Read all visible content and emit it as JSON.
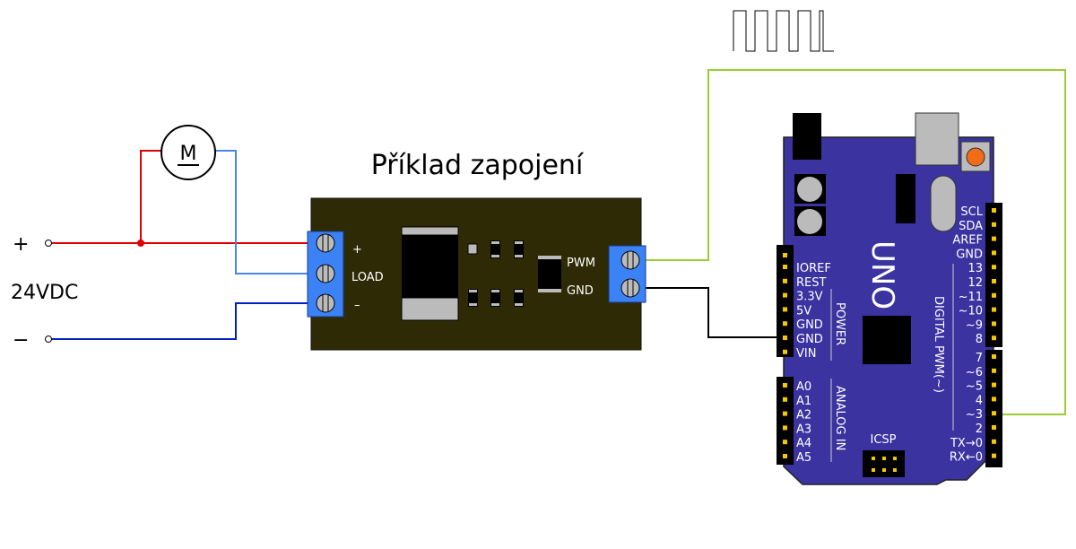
{
  "title": "Příklad zapojení",
  "supply": {
    "plus": "+",
    "minus": "−",
    "voltage": "24VDC"
  },
  "motor": {
    "label": "M"
  },
  "module": {
    "load_plus": "+",
    "load_label": "LOAD",
    "load_minus": "–",
    "pwm_label": "PWM",
    "gnd_label": "GND"
  },
  "arduino": {
    "model": "UNO",
    "digital_label": "DIGITAL PWM(~)",
    "power_label": "POWER",
    "analog_label": "ANALOG IN",
    "icsp_label": "ICSP",
    "right_pins": [
      "SCL",
      "SDA",
      "AREF",
      "GND",
      "13",
      "12",
      "~11",
      "~10",
      "~9",
      "8",
      "7",
      "~6",
      "~5",
      "4",
      "~3",
      "2",
      "TX→0",
      "RX←0"
    ],
    "power_pins": [
      "IOREF",
      "REST",
      "3.3V",
      "5V",
      "GND",
      "GND",
      "VIN"
    ],
    "analog_pins": [
      "A0",
      "A1",
      "A2",
      "A3",
      "A4",
      "A5"
    ]
  },
  "colors": {
    "positive_wire": "#e00000",
    "load_wire": "#4a86e8",
    "negative_wire": "#0020c0",
    "pwm_wire": "#9acd32",
    "gnd_wire": "#000000",
    "board": "#3a33a0",
    "module_pcb": "#2f2a06",
    "terminal": "#3b82f6"
  }
}
